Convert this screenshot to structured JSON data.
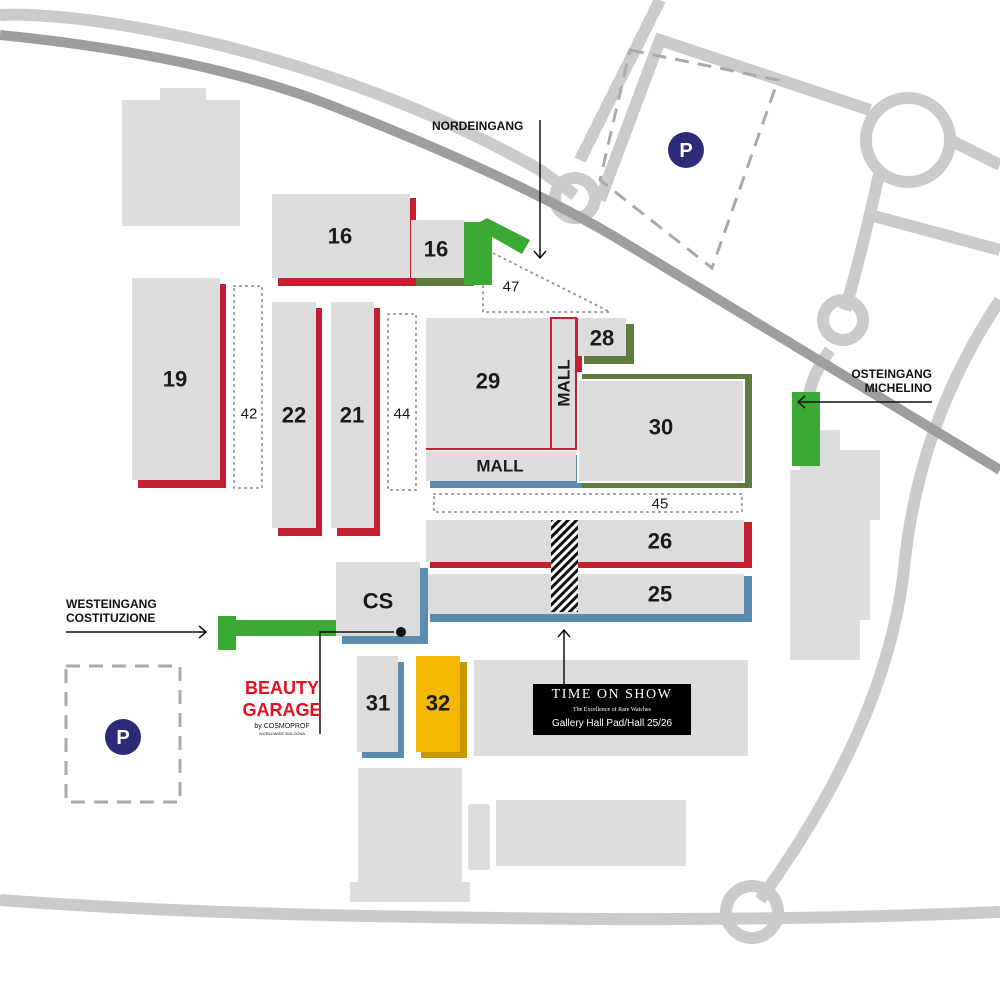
{
  "colors": {
    "hall": "#dcdcdc",
    "red": "#c41f30",
    "green_dark": "#5f7c3e",
    "blue": "#5b8bae",
    "entrance_green": "#3aaa35",
    "yellow": "#f5b800",
    "parking": "#2d2a78",
    "rail": "#9e9e9e",
    "road": "#cbcbcb"
  },
  "halls": {
    "h16a": "16",
    "h16b": "16",
    "h19": "19",
    "h22": "22",
    "h21": "21",
    "h29": "29",
    "h28": "28",
    "h30": "30",
    "h26": "26",
    "h25": "25",
    "cs": "CS",
    "h31": "31",
    "h32": "32",
    "mall_v": "MALL",
    "mall_h": "MALL"
  },
  "areas": {
    "a42": "42",
    "a44": "44",
    "a47": "47",
    "a45": "45"
  },
  "entrances": {
    "nord": "NORDEINGANG",
    "ost_1": "OSTEINGANG",
    "ost_2": "MICHELINO",
    "west_1": "WESTEINGANG",
    "west_2": "COSTITUZIONE"
  },
  "parking": {
    "p1": "P",
    "p2": "P"
  },
  "time_on_show": {
    "title": "TIME ON SHOW",
    "subtitle": "The Excellence of Rare Watches",
    "location": "Gallery Hall Pad/Hall 25/26"
  },
  "beauty_garage": {
    "line1": "BEAUTY",
    "line2": "GARAGE",
    "by": "by COSMOPROF",
    "sub": "WORLDWIDE BOLOGNA"
  }
}
